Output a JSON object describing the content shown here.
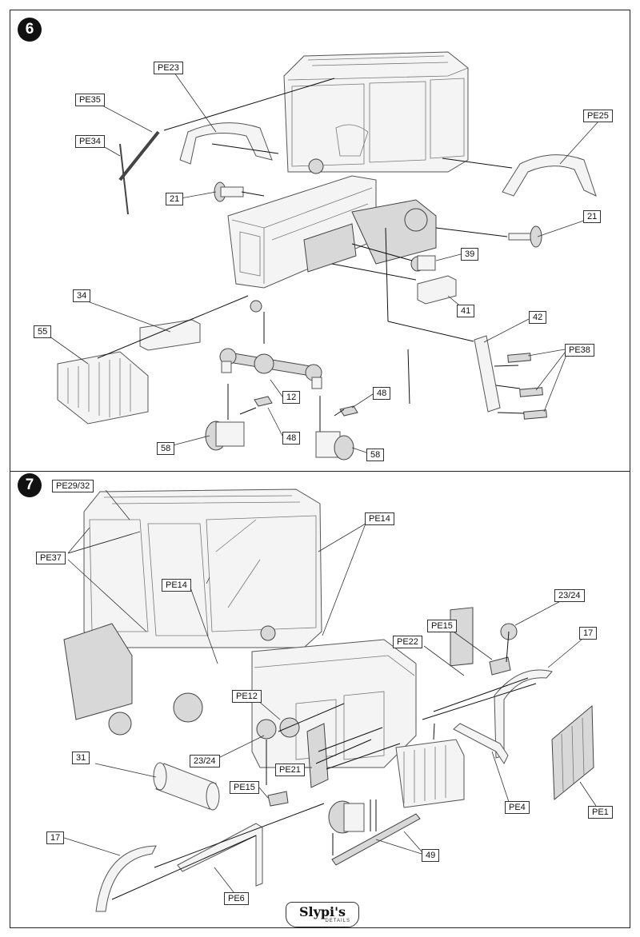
{
  "steps": [
    {
      "number": "6",
      "labels": {
        "pe23": "PE23",
        "pe35": "PE35",
        "pe34": "PE34",
        "pe25": "PE25",
        "l21a": "21",
        "l21b": "21",
        "l39": "39",
        "l41": "41",
        "l34": "34",
        "l55": "55",
        "l42": "42",
        "pe38": "PE38",
        "l12": "12",
        "l48a": "48",
        "l48b": "48",
        "l58a": "58",
        "l58b": "58"
      }
    },
    {
      "number": "7",
      "labels": {
        "pe2932": "PE29/32",
        "pe14a": "PE14",
        "pe37": "PE37",
        "pe14b": "PE14",
        "l2324a": "23/24",
        "pe15a": "PE15",
        "pe22": "PE22",
        "l17a": "17",
        "pe12": "PE12",
        "l2324b": "23/24",
        "l31": "31",
        "pe21": "PE21",
        "pe15b": "PE15",
        "pe4": "PE4",
        "pe1": "PE1",
        "l49": "49",
        "l17b": "17",
        "pe6": "PE6"
      }
    }
  ],
  "logo": {
    "name": "Slypi's",
    "sub": "DETAILS"
  }
}
